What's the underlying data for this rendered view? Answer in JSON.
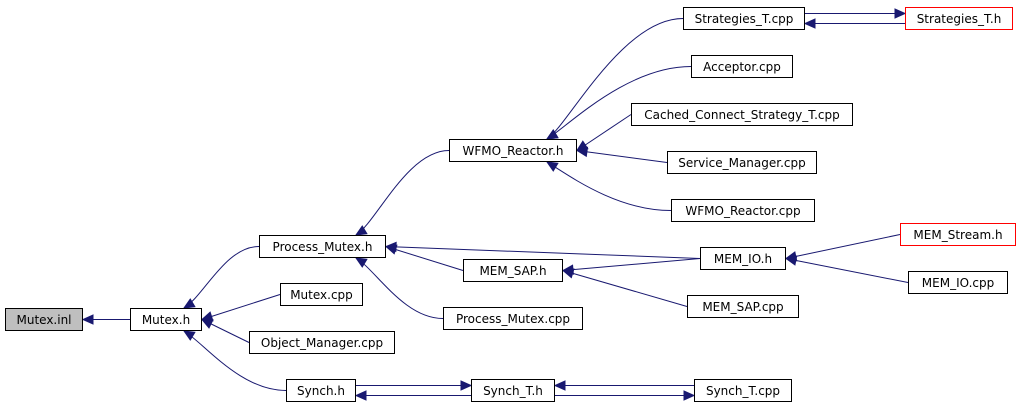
{
  "nodes": [
    {
      "id": "mutex_inl",
      "label": "Mutex.inl",
      "style": "focus"
    },
    {
      "id": "mutex_h",
      "label": "Mutex.h",
      "style": "normal"
    },
    {
      "id": "process_mutex_h",
      "label": "Process_Mutex.h",
      "style": "normal"
    },
    {
      "id": "mutex_cpp",
      "label": "Mutex.cpp",
      "style": "normal"
    },
    {
      "id": "object_manager_cpp",
      "label": "Object_Manager.cpp",
      "style": "normal"
    },
    {
      "id": "synch_h",
      "label": "Synch.h",
      "style": "normal"
    },
    {
      "id": "wfmo_reactor_h",
      "label": "WFMO_Reactor.h",
      "style": "normal"
    },
    {
      "id": "mem_sap_h",
      "label": "MEM_SAP.h",
      "style": "normal"
    },
    {
      "id": "process_mutex_cpp",
      "label": "Process_Mutex.cpp",
      "style": "normal"
    },
    {
      "id": "synch_t_h",
      "label": "Synch_T.h",
      "style": "normal"
    },
    {
      "id": "strategies_t_cpp",
      "label": "Strategies_T.cpp",
      "style": "normal"
    },
    {
      "id": "acceptor_cpp",
      "label": "Acceptor.cpp",
      "style": "normal"
    },
    {
      "id": "cached_connect_strategy_t_cpp",
      "label": "Cached_Connect_Strategy_T.cpp",
      "style": "normal"
    },
    {
      "id": "service_manager_cpp",
      "label": "Service_Manager.cpp",
      "style": "normal"
    },
    {
      "id": "wfmo_reactor_cpp",
      "label": "WFMO_Reactor.cpp",
      "style": "normal"
    },
    {
      "id": "mem_io_h",
      "label": "MEM_IO.h",
      "style": "normal"
    },
    {
      "id": "mem_sap_cpp",
      "label": "MEM_SAP.cpp",
      "style": "normal"
    },
    {
      "id": "synch_t_cpp",
      "label": "Synch_T.cpp",
      "style": "normal"
    },
    {
      "id": "strategies_t_h",
      "label": "Strategies_T.h",
      "style": "truncated"
    },
    {
      "id": "mem_stream_h",
      "label": "MEM_Stream.h",
      "style": "truncated"
    },
    {
      "id": "mem_io_cpp",
      "label": "MEM_IO.cpp",
      "style": "normal"
    }
  ],
  "edges": [
    {
      "from": "mutex_h",
      "to": "mutex_inl"
    },
    {
      "from": "process_mutex_h",
      "to": "mutex_h"
    },
    {
      "from": "mutex_cpp",
      "to": "mutex_h"
    },
    {
      "from": "object_manager_cpp",
      "to": "mutex_h"
    },
    {
      "from": "synch_h",
      "to": "mutex_h"
    },
    {
      "from": "wfmo_reactor_h",
      "to": "process_mutex_h"
    },
    {
      "from": "mem_sap_h",
      "to": "process_mutex_h"
    },
    {
      "from": "mem_io_h",
      "to": "process_mutex_h"
    },
    {
      "from": "process_mutex_cpp",
      "to": "process_mutex_h"
    },
    {
      "from": "strategies_t_cpp",
      "to": "wfmo_reactor_h"
    },
    {
      "from": "acceptor_cpp",
      "to": "wfmo_reactor_h"
    },
    {
      "from": "cached_connect_strategy_t_cpp",
      "to": "wfmo_reactor_h"
    },
    {
      "from": "service_manager_cpp",
      "to": "wfmo_reactor_h"
    },
    {
      "from": "wfmo_reactor_cpp",
      "to": "wfmo_reactor_h"
    },
    {
      "from": "mem_io_h",
      "to": "mem_sap_h"
    },
    {
      "from": "mem_sap_cpp",
      "to": "mem_sap_h"
    },
    {
      "from": "mem_stream_h",
      "to": "mem_io_h"
    },
    {
      "from": "mem_io_cpp",
      "to": "mem_io_h"
    },
    {
      "from": "strategies_t_cpp",
      "to": "strategies_t_h"
    },
    {
      "from": "strategies_t_h",
      "to": "strategies_t_cpp"
    },
    {
      "from": "synch_h",
      "to": "synch_t_h"
    },
    {
      "from": "synch_t_h",
      "to": "synch_h"
    },
    {
      "from": "synch_t_h",
      "to": "synch_t_cpp"
    },
    {
      "from": "synch_t_cpp",
      "to": "synch_t_h"
    }
  ]
}
